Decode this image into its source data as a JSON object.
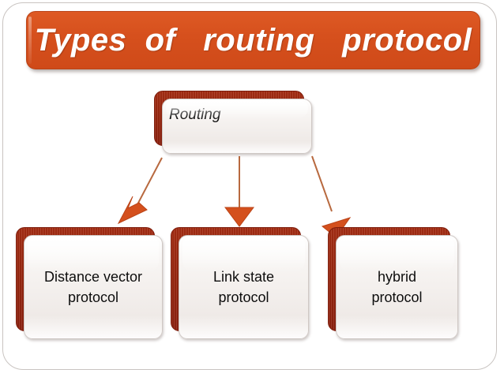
{
  "slide": {
    "title": "Types  of   routing   protocol",
    "background_color": "#ffffff",
    "frame_color": "#c9c4c1"
  },
  "theme": {
    "accent_orange": "#d6501d",
    "card_back_red": "#97260f",
    "card_face_light": "#f2eeeb",
    "arrow_color": "#d4501d",
    "arrow_line_color": "#b8693f",
    "text_color": "#0d0d0d"
  },
  "diagram": {
    "root": {
      "label": "Routing",
      "style": "italic-left"
    },
    "children": [
      {
        "id": "distance-vector",
        "label": "Distance vector\nprotocol"
      },
      {
        "id": "link-state",
        "label": "Link state\nprotocol"
      },
      {
        "id": "hybrid",
        "label": "hybrid\nprotocol"
      }
    ],
    "connectors": [
      {
        "from": "routing",
        "to": "distance-vector",
        "direction": "down-left"
      },
      {
        "from": "routing",
        "to": "link-state",
        "direction": "down"
      },
      {
        "from": "routing",
        "to": "hybrid",
        "direction": "down-right"
      }
    ]
  }
}
